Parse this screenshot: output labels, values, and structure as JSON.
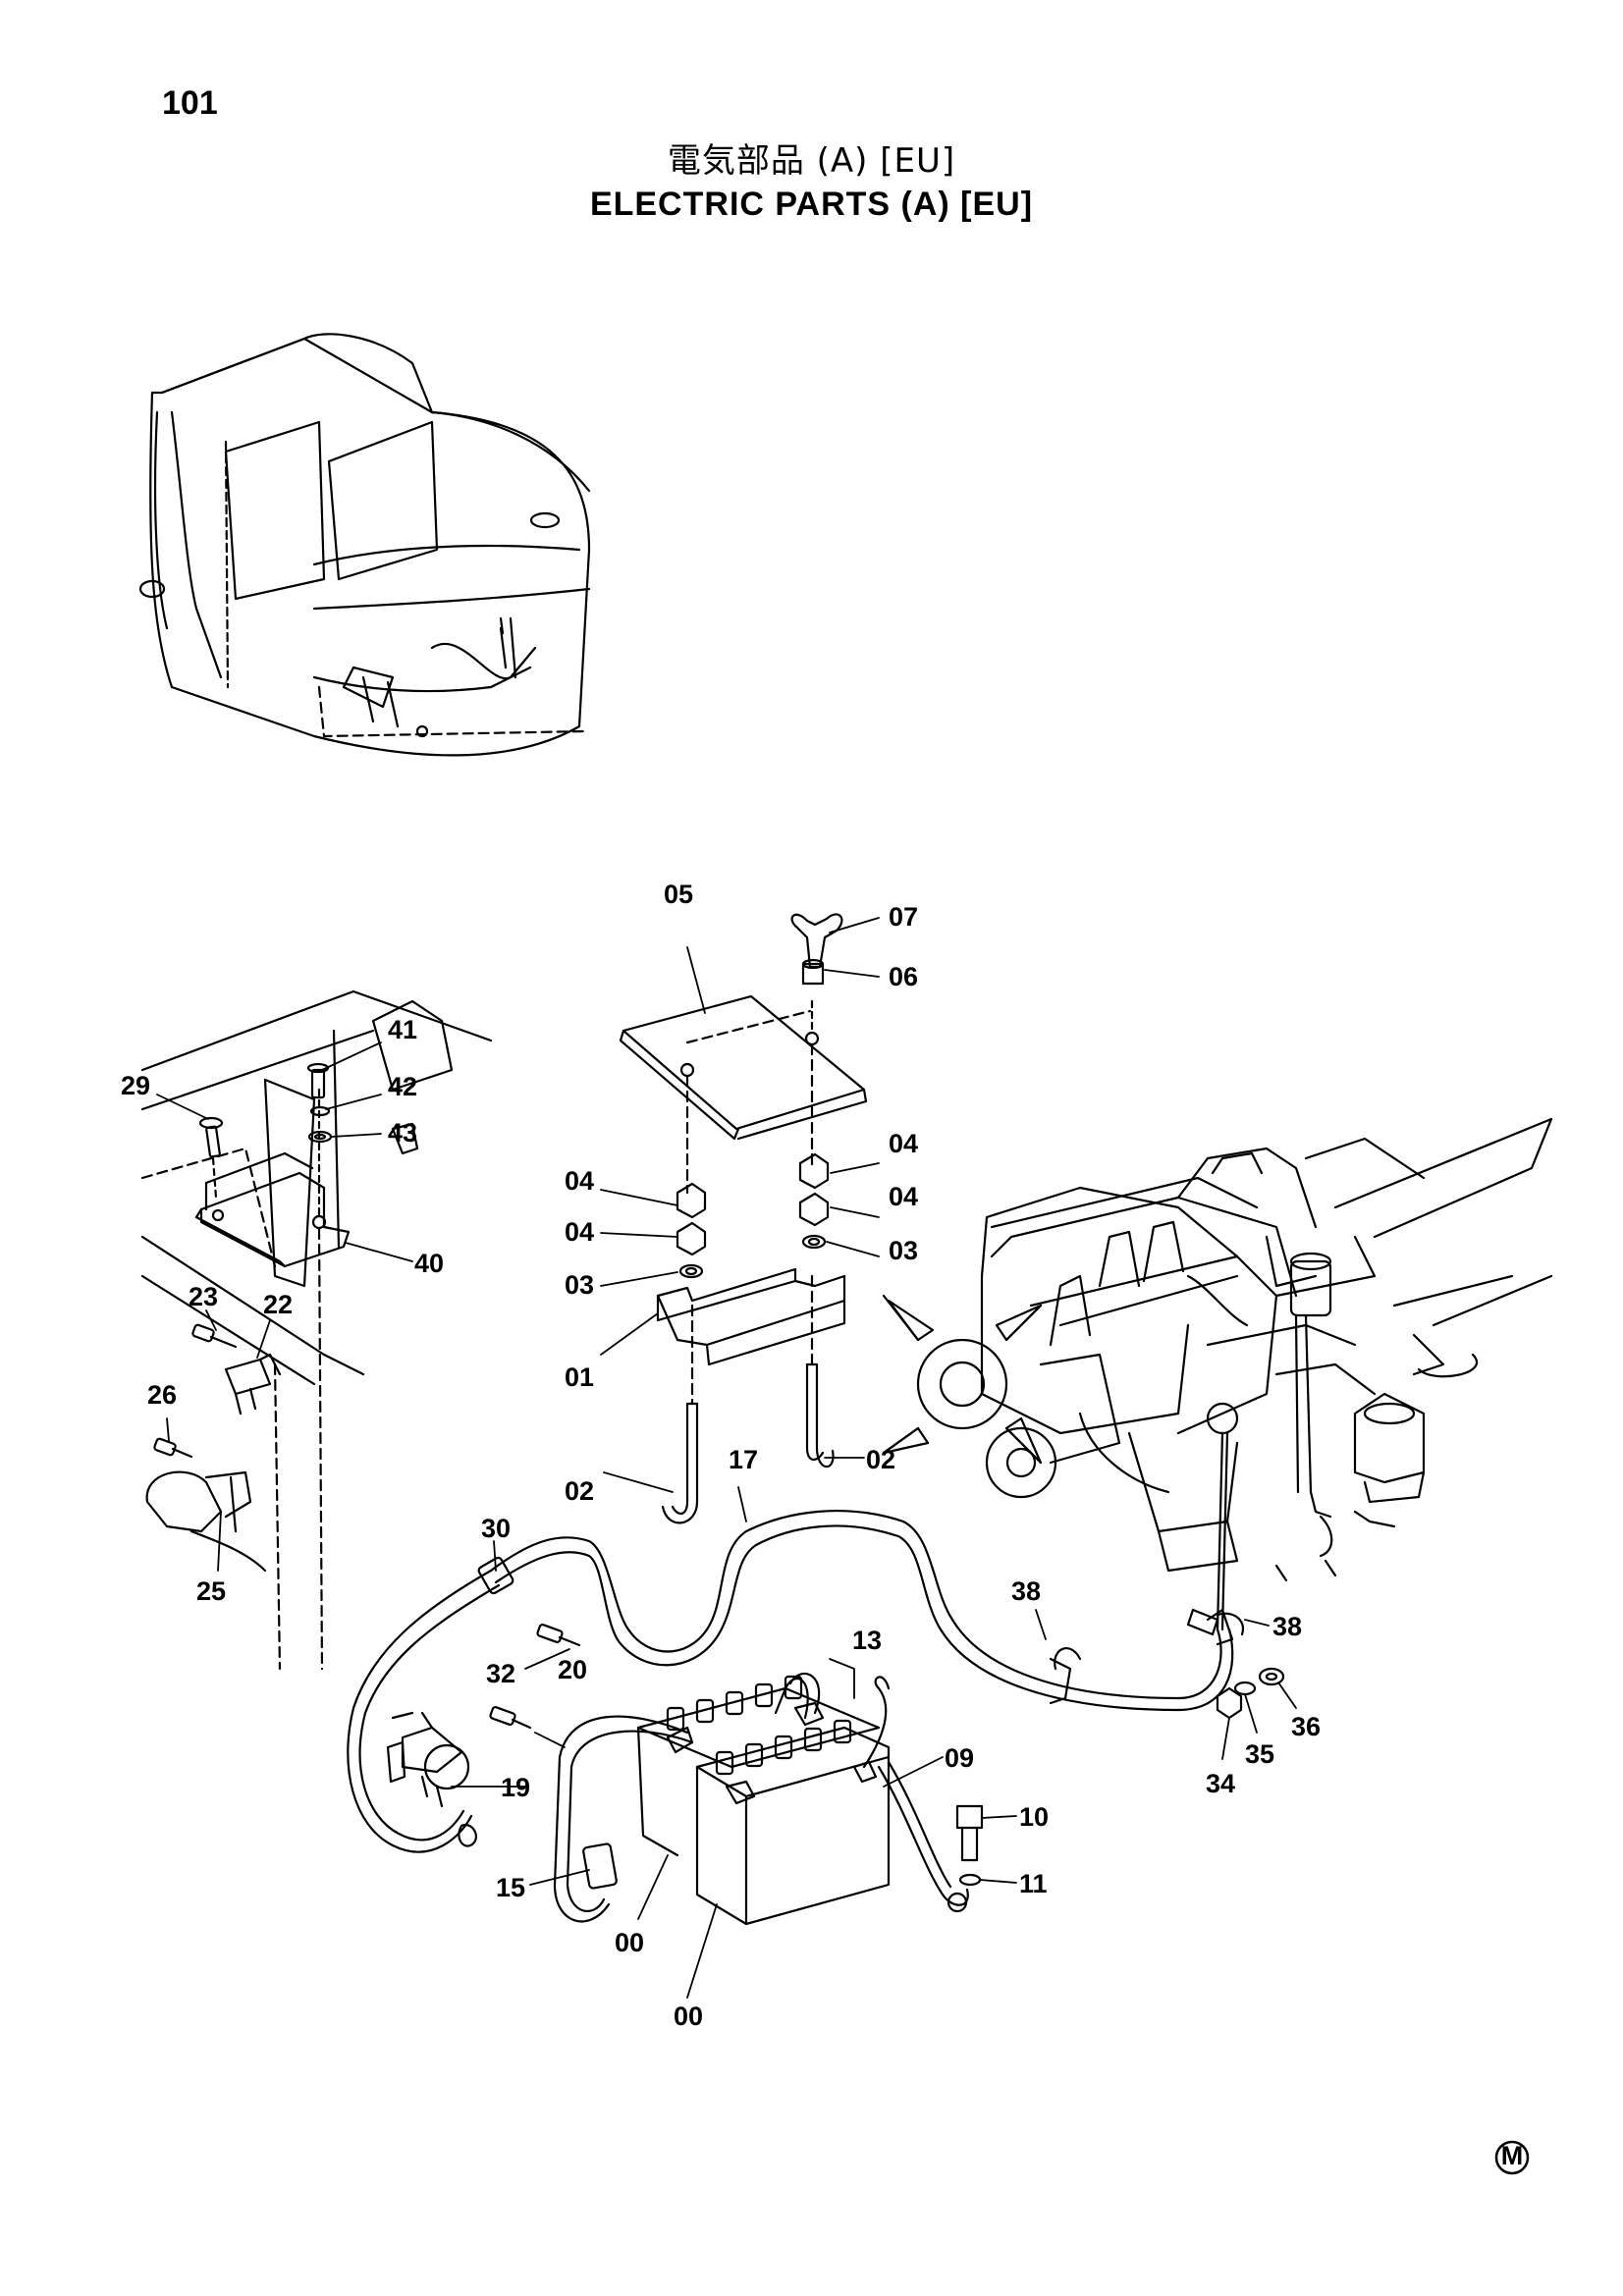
{
  "page_number": "101",
  "title_jp": "電気部品 (A) [EU]",
  "title_en": "ELECTRIC PARTS (A) [EU]",
  "corner_mark": "M",
  "callouts": {
    "c05": "05",
    "c07": "07",
    "c06": "06",
    "c41": "41",
    "c42": "42",
    "c43": "43",
    "c29": "29",
    "c04a": "04",
    "c04b": "04",
    "c04c": "04",
    "c04d": "04",
    "c03a": "03",
    "c03b": "03",
    "c40": "40",
    "c23": "23",
    "c22": "22",
    "c01": "01",
    "c26": "26",
    "c02a": "02",
    "c02b": "02",
    "c17": "17",
    "c25": "25",
    "c30": "30",
    "c13": "13",
    "c38a": "38",
    "c38b": "38",
    "c32": "32",
    "c20": "20",
    "c36": "36",
    "c35": "35",
    "c09": "09",
    "c19": "19",
    "c34": "34",
    "c10": "10",
    "c11": "11",
    "c15": "15",
    "c00a": "00",
    "c00b": "00"
  }
}
